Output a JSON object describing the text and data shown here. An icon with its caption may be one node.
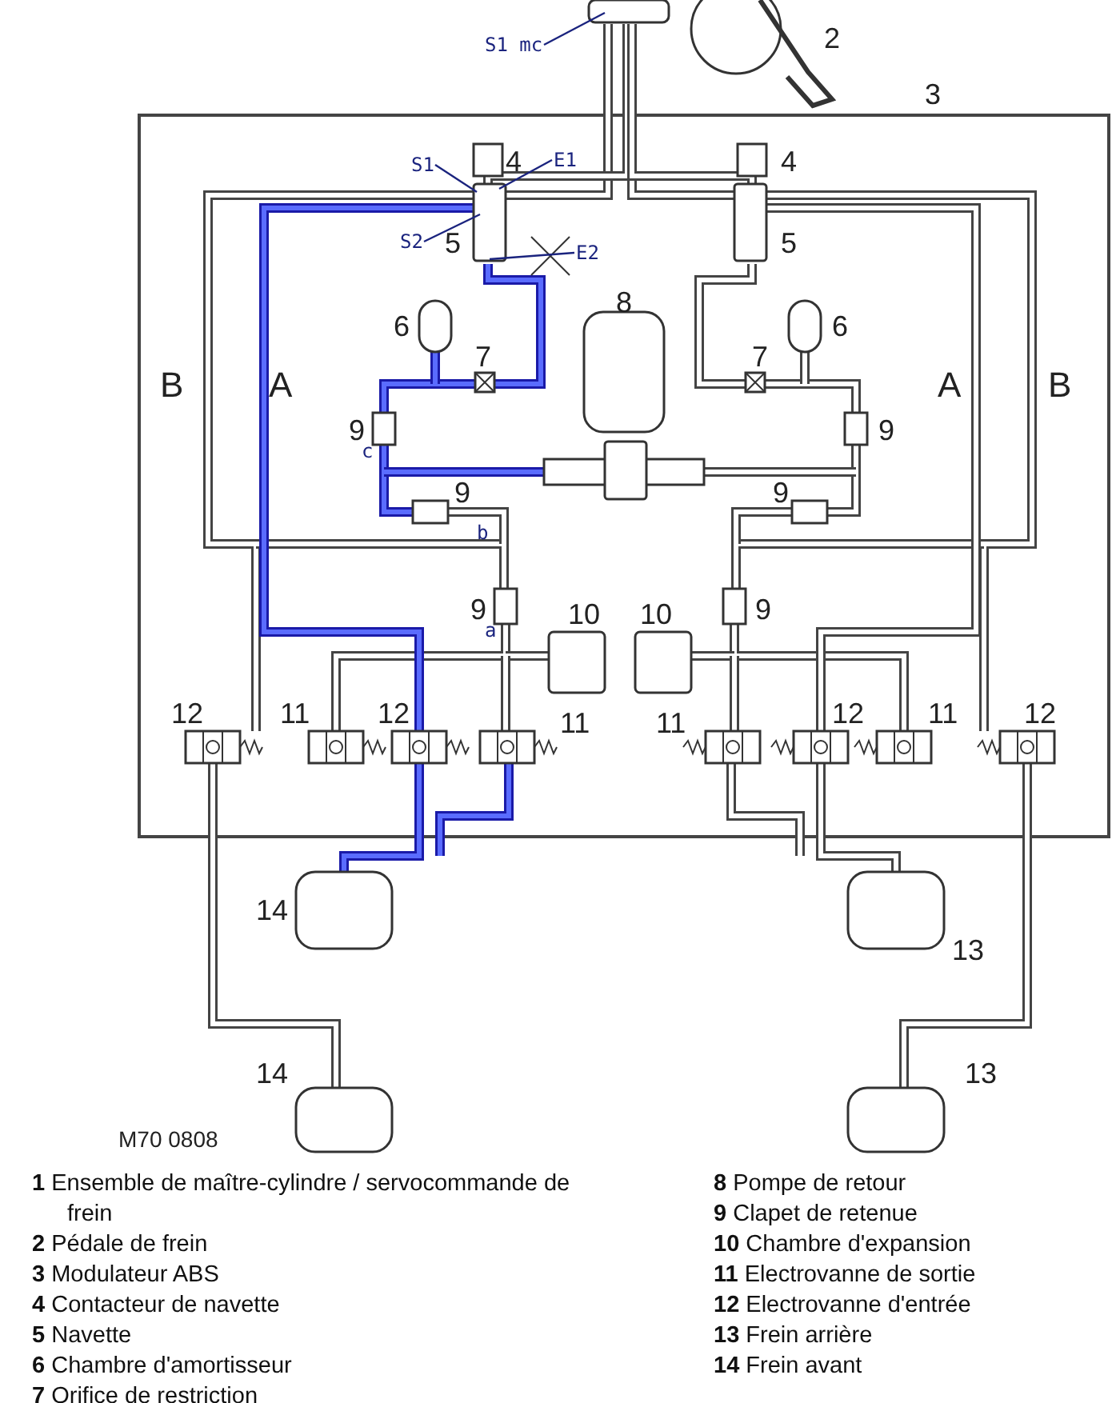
{
  "diagram": {
    "nodes": [
      {
        "text": [
          "S1 mc"
        ]
      },
      {
        "text": [
          "S1"
        ]
      },
      {
        "text": [
          "E1"
        ]
      },
      {
        "text": [
          "S2"
        ]
      },
      {
        "text": [
          "E2"
        ]
      }
    ],
    "edges": [
      {
        "from": 0,
        "to": null,
        "arrow": "none"
      },
      {
        "from": 1,
        "to": null,
        "arrow": "none"
      },
      {
        "from": 2,
        "to": null,
        "arrow": "none"
      },
      {
        "from": 3,
        "to": null,
        "arrow": "none"
      },
      {
        "from": 4,
        "to": null,
        "arrow": "none"
      }
    ],
    "labels": [
      "2",
      "3",
      "4",
      "4",
      "5",
      "5",
      "6",
      "8",
      "6",
      "7",
      "7",
      "B",
      "A",
      "9",
      "A",
      "B",
      "9",
      "c",
      "9",
      "b",
      "9",
      "9",
      "a",
      "10",
      "10",
      "9",
      "12",
      "11",
      "12",
      "11",
      "11",
      "12",
      "11",
      "12",
      "14",
      "13",
      "14",
      "13",
      "M70 0808",
      "**1** Ensemble de maître-cylindre / servocommande de frein",
      "**2** Pédale de frein",
      "**3** Modulateur ABS",
      "**4** Contacteur de navette",
      "**5** Navette",
      "**6** Chambre d'amortisseur",
      "**7** Orifice de restriction",
      "**8** Pompe de retour",
      "**9** Clapet de retenue",
      "**10** Chambre d'expansion",
      "**11** Electrovanne de sortie",
      "**12** Electrovanne d'entrée",
      "**13** Frein arrière",
      "**14** Frein avant"
    ]
  }
}
